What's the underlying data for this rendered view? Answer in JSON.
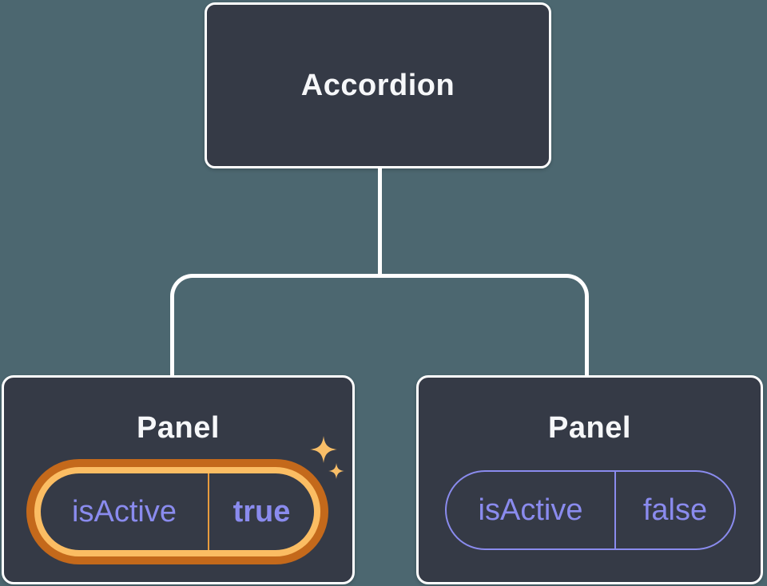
{
  "colors": {
    "background": "#4C6770",
    "node-fill": "#353A46",
    "node-border": "#FFFFFF",
    "connector": "#FFFFFF",
    "title-text": "#F6F7F9",
    "state-text": "#8A8BEE",
    "pill-border": "#8A8BEE",
    "highlight-outer": "#C4691B",
    "highlight-inner": "#FBBD63",
    "highlight-divider": "#E89B3D",
    "sparkle": "#F8BE68"
  },
  "tree": {
    "root": {
      "label": "Accordion"
    },
    "children": [
      {
        "title": "Panel",
        "state_key": "isActive",
        "state_value": "true",
        "highlighted": true,
        "icon": "sparkles-icon"
      },
      {
        "title": "Panel",
        "state_key": "isActive",
        "state_value": "false",
        "highlighted": false
      }
    ]
  }
}
